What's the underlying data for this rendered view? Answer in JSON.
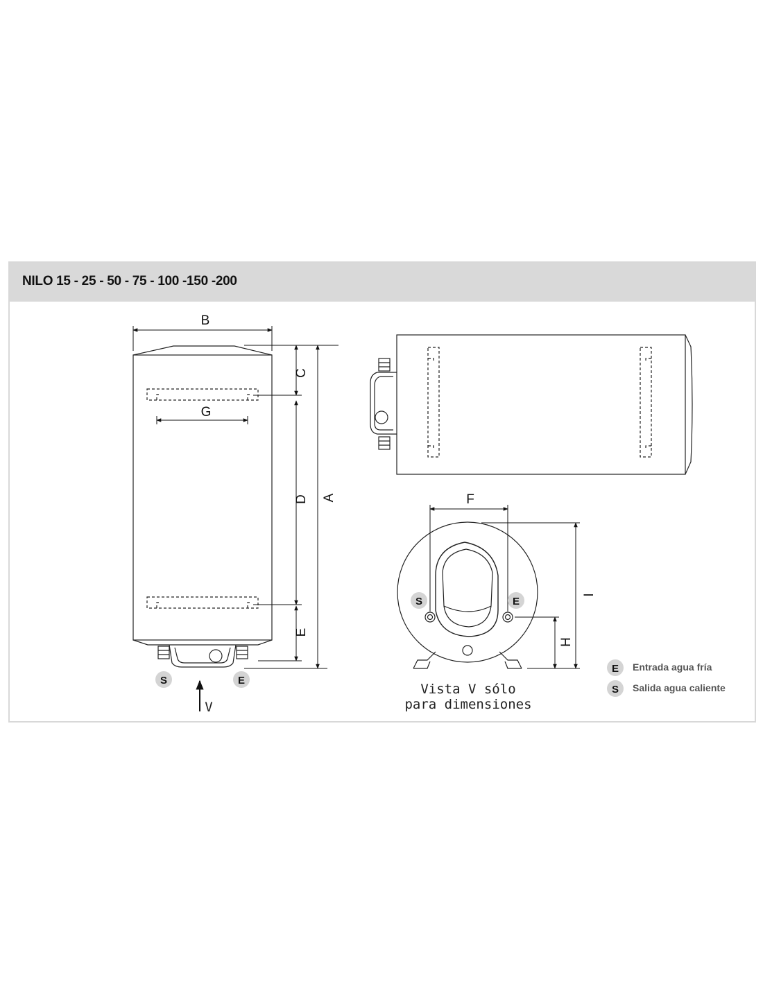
{
  "header": {
    "title": "NILO 15 - 25 - 50 - 75 - 100 -150 -200"
  },
  "dimensions": {
    "A": "A",
    "B": "B",
    "C": "C",
    "D": "D",
    "E": "E",
    "F": "F",
    "G": "G",
    "H": "H",
    "I": "I"
  },
  "view_arrow": {
    "label": "V"
  },
  "connectors": {
    "outlet": "S",
    "inlet": "E"
  },
  "caption": {
    "line1": "Vista V sólo",
    "line2": "para dimensiones"
  },
  "legend": [
    {
      "badge": "E",
      "text": "Entrada agua fría"
    },
    {
      "badge": "S",
      "text": "Salida agua caliente"
    }
  ]
}
